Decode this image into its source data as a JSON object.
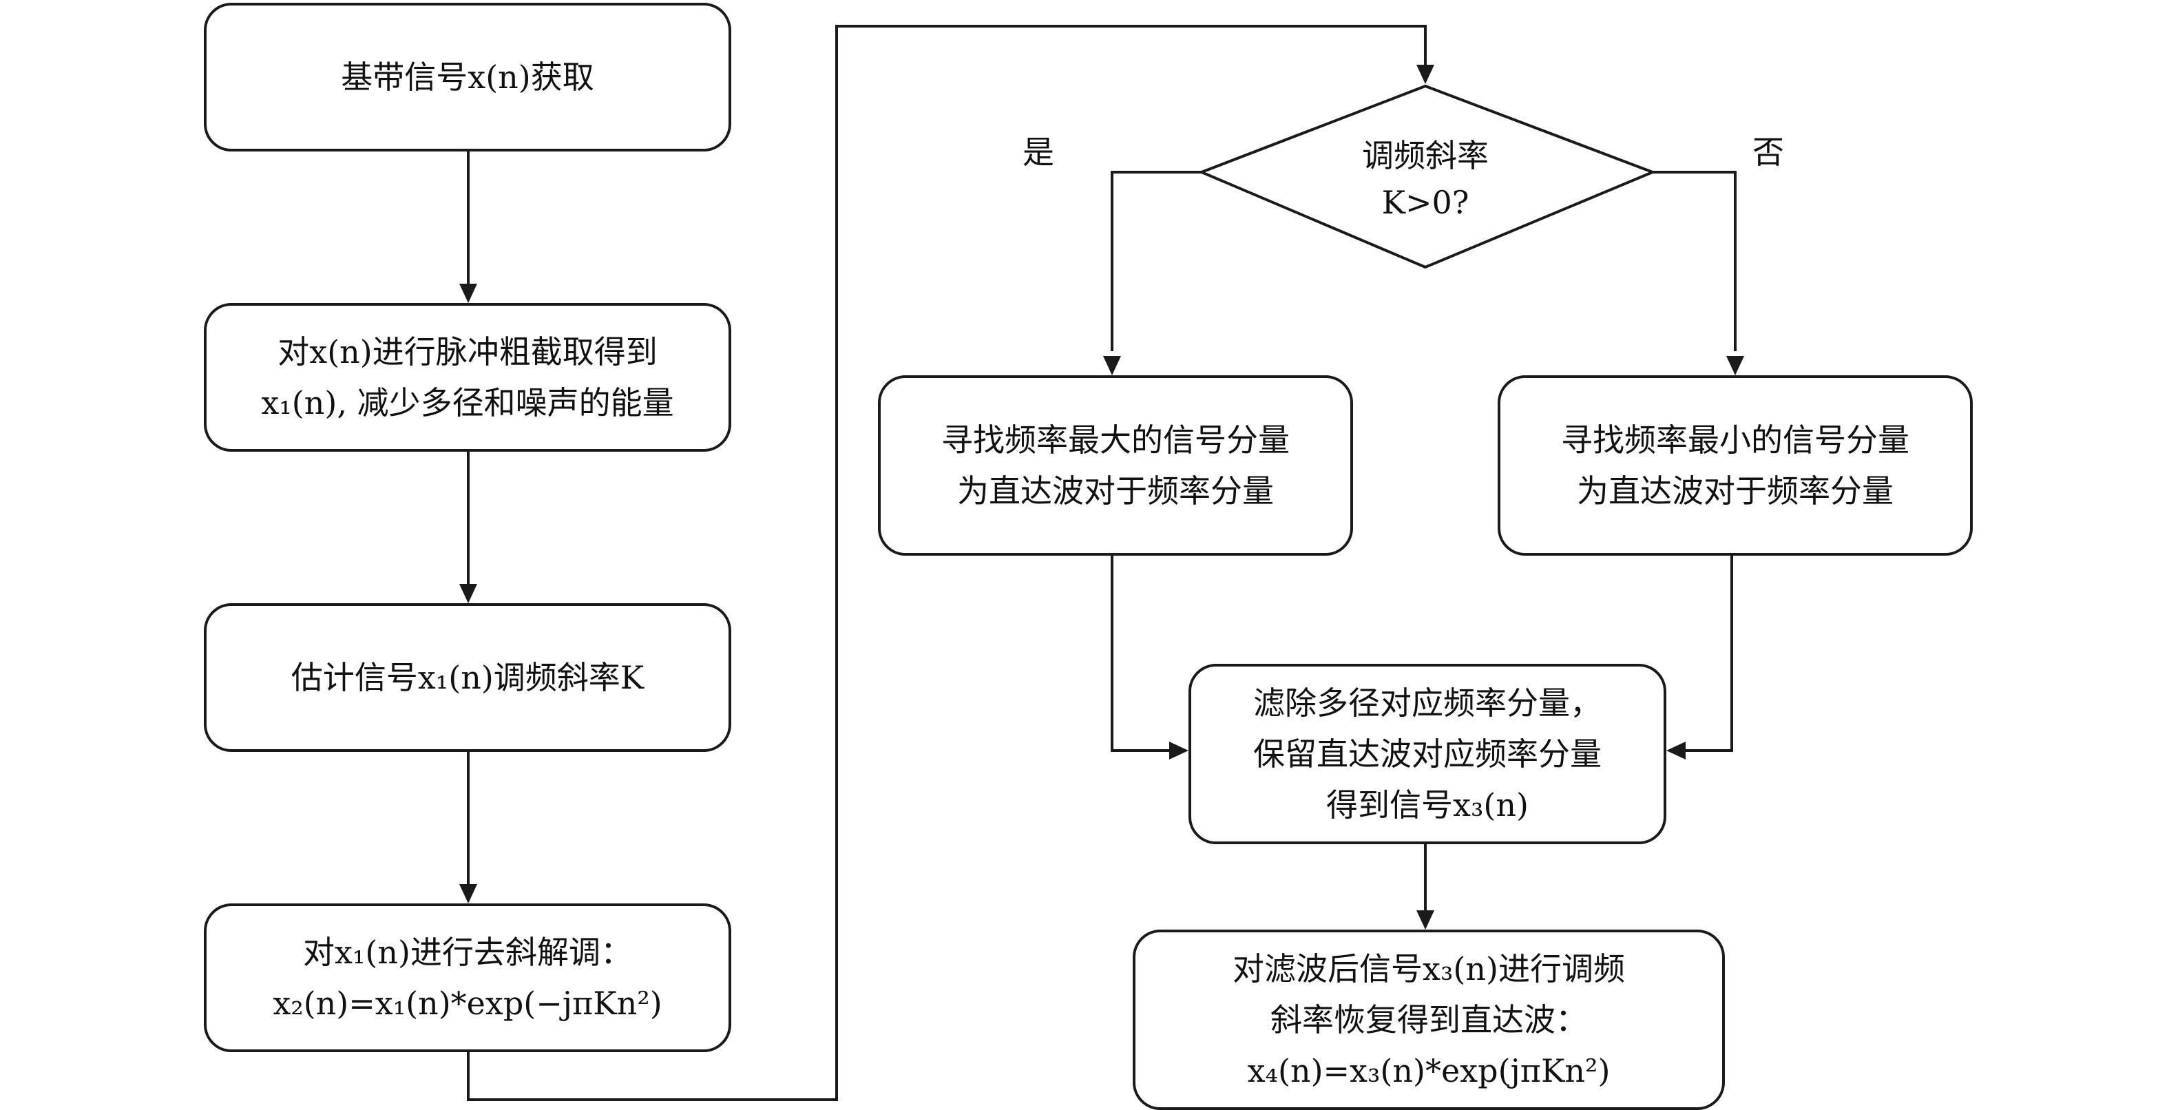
{
  "colors": {
    "stroke": "#1a1a1a",
    "text": "#111111",
    "background": "#ffffff"
  },
  "nodes": {
    "acquire": {
      "lines": [
        "基带信号x(n)获取"
      ]
    },
    "truncate": {
      "lines": [
        "对x(n)进行脉冲粗截取得到",
        "x₁(n), 减少多径和噪声的能量"
      ]
    },
    "estimate": {
      "lines": [
        "估计信号x₁(n)调频斜率K"
      ]
    },
    "dechirp": {
      "lines": [
        "对x₁(n)进行去斜解调：",
        "x₂(n)=x₁(n)*exp(−jπKn²)"
      ]
    },
    "decision": {
      "lines": [
        "调频斜率",
        "K>0?"
      ]
    },
    "find_max": {
      "lines": [
        "寻找频率最大的信号分量",
        "为直达波对于频率分量"
      ]
    },
    "find_min": {
      "lines": [
        "寻找频率最小的信号分量",
        "为直达波对于频率分量"
      ]
    },
    "filter": {
      "lines": [
        "滤除多径对应频率分量，",
        "保留直达波对应频率分量",
        "得到信号x₃(n)"
      ]
    },
    "restore": {
      "lines": [
        "对滤波后信号x₃(n)进行调频",
        "斜率恢复得到直达波：",
        "x₄(n)=x₃(n)*exp(jπKn²)"
      ]
    }
  },
  "branches": {
    "yes": "是",
    "no": "否"
  }
}
